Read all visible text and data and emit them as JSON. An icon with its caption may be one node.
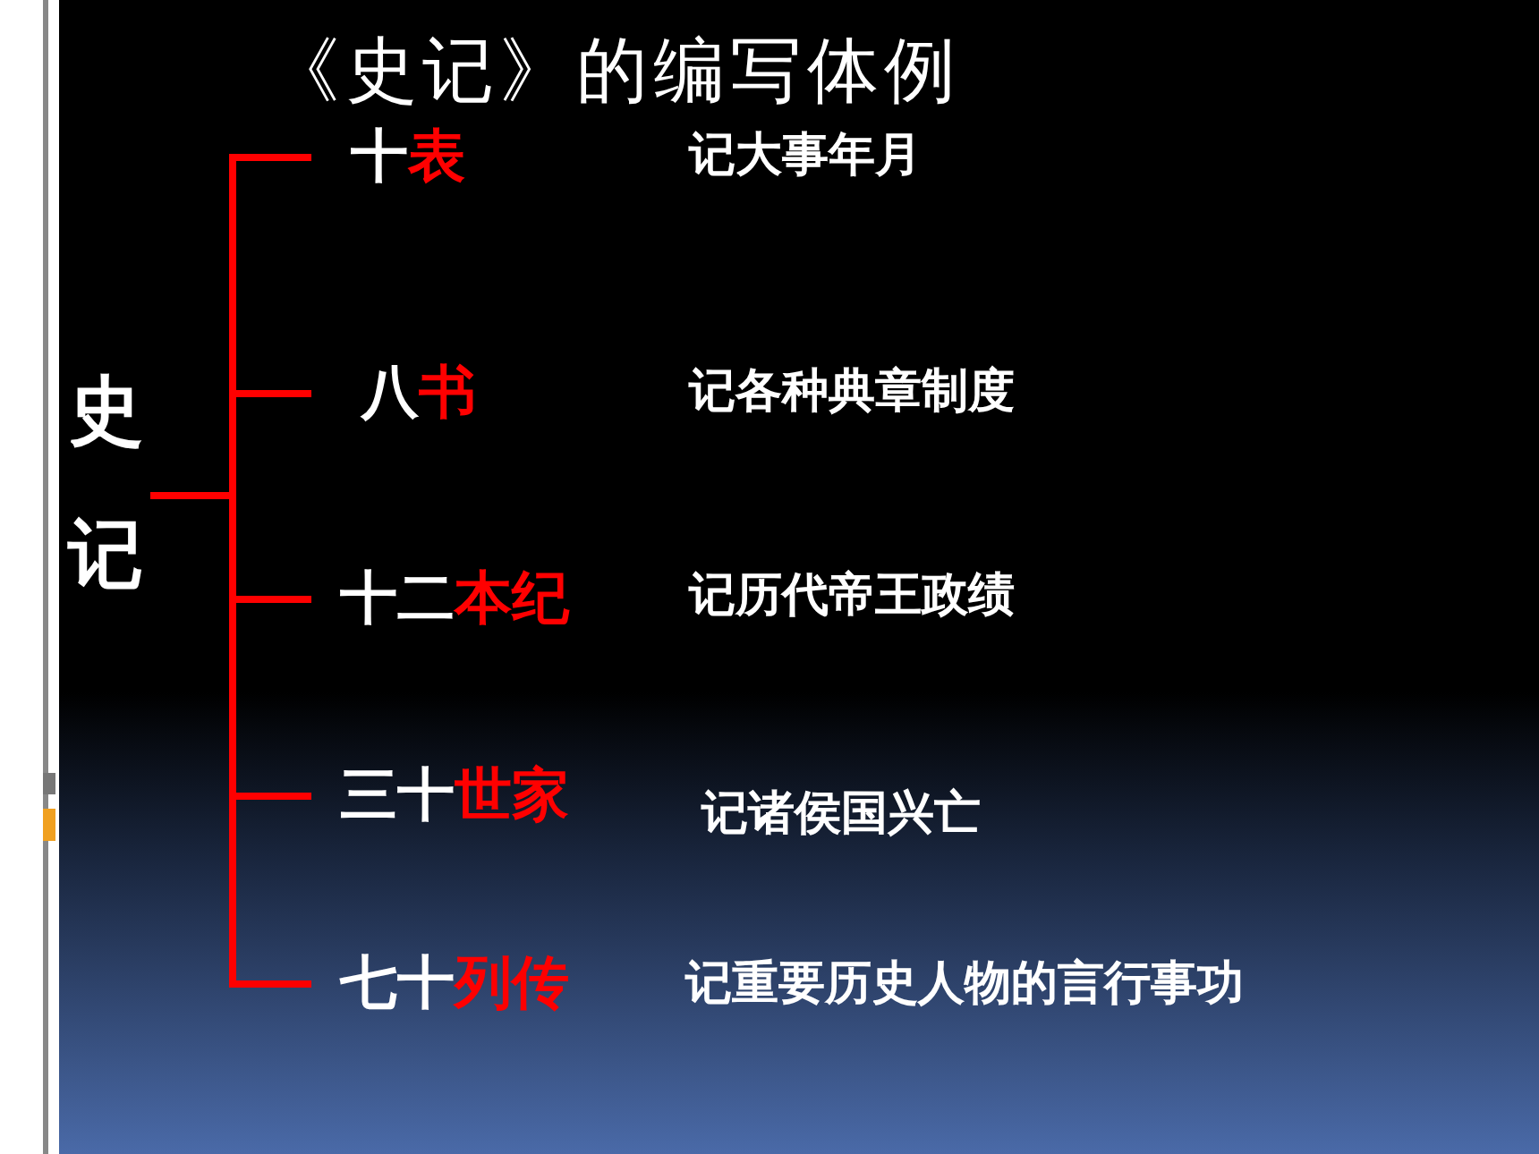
{
  "diagram": {
    "title": "《史记》的编写体例",
    "nodes": [
      {
        "text": [
          "史记"
        ]
      },
      {
        "text": [
          "十**表**",
          "记大事年月"
        ]
      },
      {
        "text": [
          "八**书**",
          "记各种典章制度"
        ]
      },
      {
        "text": [
          "十二**本纪**",
          "记历代帝王政绩"
        ]
      },
      {
        "text": [
          "三十**世家**",
          "记诸侯国兴亡"
        ]
      },
      {
        "text": [
          "七十**列传**",
          "记重要历史人物的言行事功"
        ]
      }
    ],
    "edges": [
      {
        "from": 0,
        "to": 1,
        "arrow": "none"
      },
      {
        "from": 0,
        "to": 2,
        "arrow": "none"
      },
      {
        "from": 0,
        "to": 3,
        "arrow": "none"
      },
      {
        "from": 0,
        "to": 4,
        "arrow": "none"
      },
      {
        "from": 0,
        "to": 5,
        "arrow": "none"
      }
    ]
  }
}
